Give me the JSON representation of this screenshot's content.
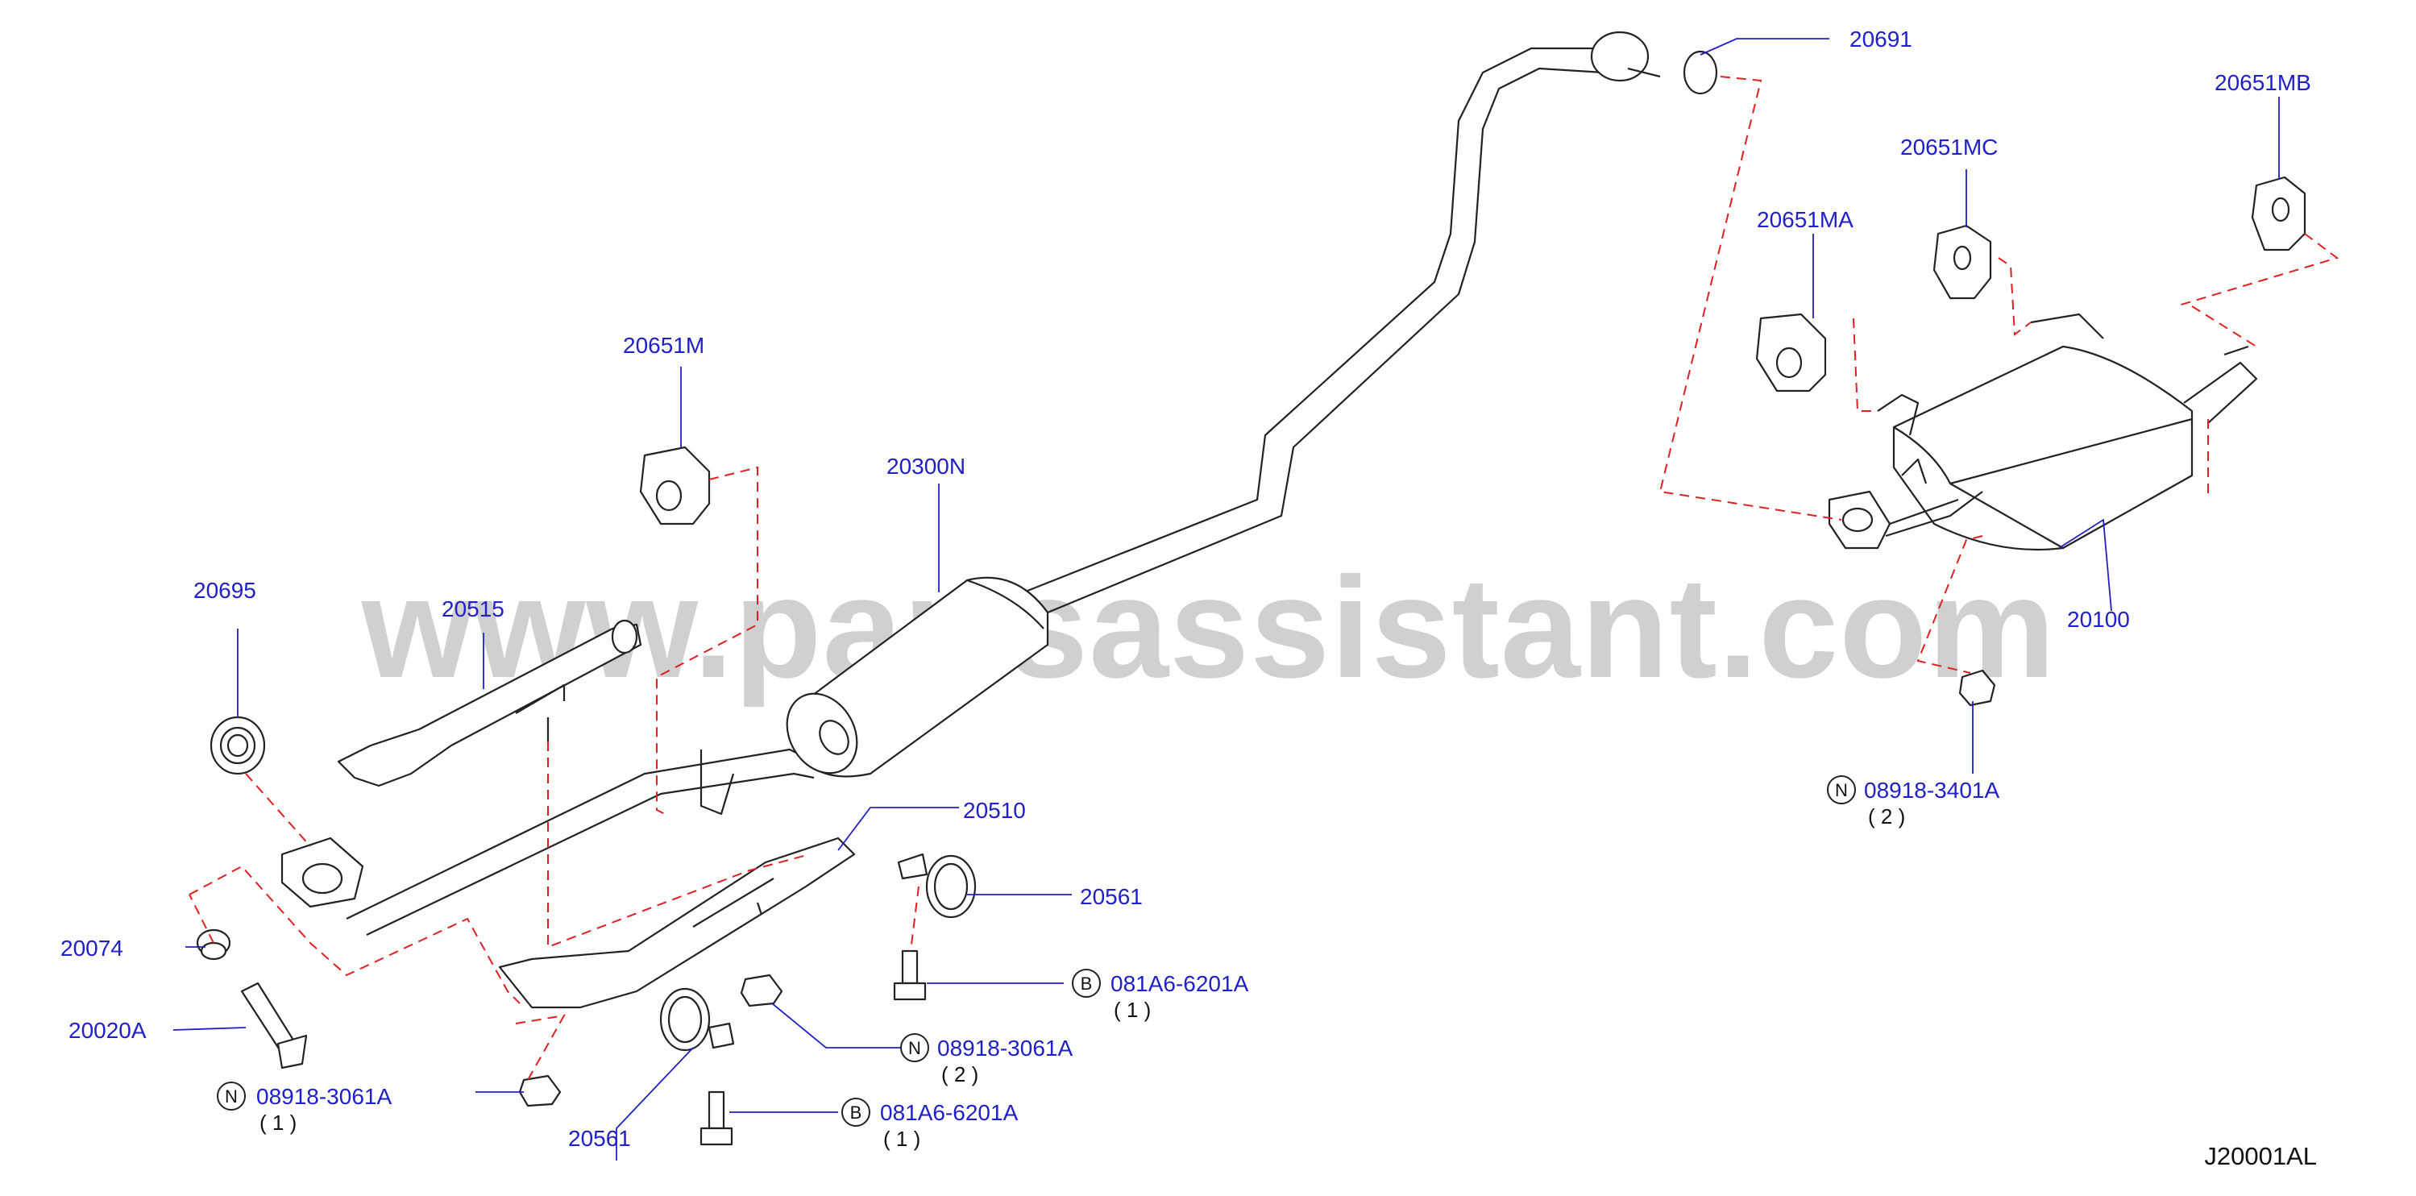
{
  "watermark": "www.partsassistant.com",
  "diagram_code": "J20001AL",
  "labels": {
    "p20691": "20691",
    "p20651MB": "20651MB",
    "p20651MC": "20651MC",
    "p20651MA": "20651MA",
    "p20651M": "20651M",
    "p20300N": "20300N",
    "p20695": "20695",
    "p20515": "20515",
    "p20100": "20100",
    "p20510": "20510",
    "p20561a": "20561",
    "p20561b": "20561",
    "p20074": "20074",
    "p20020A": "20020A",
    "n08918_3401A": "08918-3401A",
    "n08918_3401A_qty": "( 2 )",
    "b081A6_6201A_a": "081A6-6201A",
    "b081A6_6201A_a_qty": "( 1 )",
    "n08918_3061A_a": "08918-3061A",
    "n08918_3061A_a_qty": "( 2 )",
    "b081A6_6201A_b": "081A6-6201A",
    "b081A6_6201A_b_qty": "( 1 )",
    "n08918_3061A_b": "08918-3061A",
    "n08918_3061A_b_qty": "( 1 )"
  },
  "letters": {
    "nut": "N",
    "bolt": "B"
  },
  "colors": {
    "label": "#2020c8",
    "dash": "#e02020",
    "line": "#222222",
    "watermark": "#d0d0d0"
  }
}
